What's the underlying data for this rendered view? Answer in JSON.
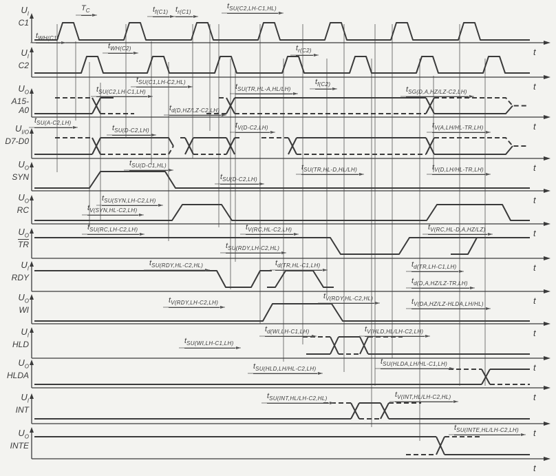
{
  "axis_label": "t",
  "colors": {
    "background": "#f3f3f0",
    "ink": "#3a3a3a"
  },
  "signals": [
    {
      "id": "c1",
      "u": "U",
      "u_sub": "I",
      "name": "C1"
    },
    {
      "id": "c2",
      "u": "U",
      "u_sub": "I",
      "name": "C2"
    },
    {
      "id": "a15-a0",
      "u": "U",
      "u_sub": "O",
      "name": "A15-A0"
    },
    {
      "id": "d7-d0",
      "u": "U",
      "u_sub": "I/O",
      "name": "D7-D0"
    },
    {
      "id": "syn",
      "u": "U",
      "u_sub": "O",
      "name": "SYN"
    },
    {
      "id": "rc",
      "u": "U",
      "u_sub": "O",
      "name": "RC"
    },
    {
      "id": "tr",
      "u": "U",
      "u_sub": "O",
      "name": "TR",
      "overline": true
    },
    {
      "id": "rdy",
      "u": "U",
      "u_sub": "I",
      "name": "RDY"
    },
    {
      "id": "wi",
      "u": "U",
      "u_sub": "O",
      "name": "WI"
    },
    {
      "id": "hld",
      "u": "U",
      "u_sub": "I",
      "name": "HLD"
    },
    {
      "id": "hlda",
      "u": "U",
      "u_sub": "O",
      "name": "HLDA"
    },
    {
      "id": "int",
      "u": "U",
      "u_sub": "I",
      "name": "INT"
    },
    {
      "id": "inte",
      "u": "U",
      "u_sub": "O",
      "name": "INTE"
    }
  ],
  "timing_labels": [
    {
      "main": "T",
      "sub": "C"
    },
    {
      "main": "t",
      "sub": "f(C1)"
    },
    {
      "main": "t",
      "sub": "r(C1)"
    },
    {
      "main": "t",
      "sub": "SU(C2,LH-C1,HL)"
    },
    {
      "main": "t",
      "sub": "WH(C1)"
    },
    {
      "main": "t",
      "sub": "WH(C2)"
    },
    {
      "main": "t",
      "sub": "r(C2)"
    },
    {
      "main": "t",
      "sub": "SU(C1,LH-C2,HL)"
    },
    {
      "main": "t",
      "sub": "SU(C2,LH-C1,LH)"
    },
    {
      "main": "t",
      "sub": "SU(TR,HL-A,HL/LH)"
    },
    {
      "main": "t",
      "sub": "f(C2)"
    },
    {
      "main": "t",
      "sub": "SG(D,A,HZ/LZ-C2,LH)"
    },
    {
      "main": "t",
      "sub": "d(D,HZ/LZ-C2,LH)"
    },
    {
      "main": "t",
      "sub": "SU(A-C2,LH)"
    },
    {
      "main": "t",
      "sub": "SU(D-C2,LH)"
    },
    {
      "main": "t",
      "sub": "V(D-C2,LH)"
    },
    {
      "main": "t",
      "sub": "V(A,LH/HL-TR,LH)"
    },
    {
      "main": "t",
      "sub": "SU(D-C1,HL)"
    },
    {
      "main": "t",
      "sub": "SU(TR,HL-D,HL/LH)"
    },
    {
      "main": "t",
      "sub": "V(D,LH/HL-TR,LH)"
    },
    {
      "main": "t",
      "sub": "SU(D-C2,LH)"
    },
    {
      "main": "t",
      "sub": "SU(SYN,LH-C2,LH)"
    },
    {
      "main": "t",
      "sub": "V(SYN,HL-C2,LH)"
    },
    {
      "main": "t",
      "sub": "SU(RC,LH-C2,LH)"
    },
    {
      "main": "t",
      "sub": "V(RC,HL-C2,LH)"
    },
    {
      "main": "t",
      "sub": "V(RC,HL-D,A,HZ/LZ)"
    },
    {
      "main": "t",
      "sub": "SU(RDY,LH-C2,HL)"
    },
    {
      "main": "t",
      "sub": "SU(RDY,HL-C2,HL)"
    },
    {
      "main": "t",
      "sub": "d(TR,HL-C1,LH)"
    },
    {
      "main": "t",
      "sub": "d(TR,LH-C1,LH)"
    },
    {
      "main": "t",
      "sub": "d(D,A,HZ/LZ-TR,LH)"
    },
    {
      "main": "t",
      "sub": "V(RDY,LH-C2,LH)"
    },
    {
      "main": "t",
      "sub": "V(RDY,HL-C2,HL)"
    },
    {
      "main": "t",
      "sub": "V(DA,HZ/LZ-HLDA,LH/HL)"
    },
    {
      "main": "t",
      "sub": "d(WI,LH-C1,LH)"
    },
    {
      "main": "t",
      "sub": "V(HLD,HL/LH-C2,LH)"
    },
    {
      "main": "t",
      "sub": "SU(WI,LH-C1,LH)"
    },
    {
      "main": "t",
      "sub": "SU(HLD,LH/HL-C2,LH)"
    },
    {
      "main": "t",
      "sub": "SU(HLDA,LH/HL-C1,LH)"
    },
    {
      "main": "t",
      "sub": "SU(INT,HL/LH-C2,HL)"
    },
    {
      "main": "t",
      "sub": "V(INT,HL/LH-C2,HL)"
    },
    {
      "main": "t",
      "sub": "SU(INTE,HL/LH-C2,LH)"
    }
  ]
}
